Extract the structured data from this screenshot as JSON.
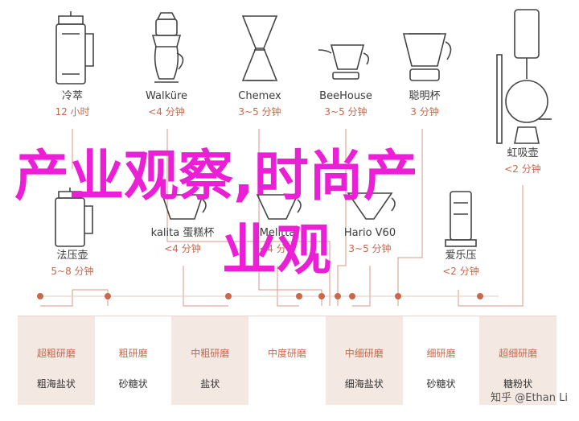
{
  "brewers_top": [
    {
      "name": "冷萃",
      "time": "12 小时"
    },
    {
      "name": "Walküre",
      "time": "<4 分钟"
    },
    {
      "name": "Chemex",
      "time": "3~5 分钟"
    },
    {
      "name": "BeeHouse",
      "time": "3~5 分钟"
    },
    {
      "name": "聪明杯",
      "time": "3 分钟"
    }
  ],
  "siphon": {
    "name": "虹吸壶",
    "time": "<2 分钟"
  },
  "brewers_bottom": [
    {
      "name": "法压壶",
      "time": "5~8 分钟"
    },
    {
      "name": "kalita 蛋糕杯",
      "time": "<4 分钟"
    },
    {
      "name": "Melitta",
      "time": "<4 分钟"
    },
    {
      "name": "Hario V60",
      "time": "3~5 分钟"
    },
    {
      "name": "爱乐压",
      "time": "<2 分钟"
    }
  ],
  "overlay": {
    "line1": "产业观察,时尚产",
    "line2": "业观"
  },
  "grind_levels": [
    {
      "level": "超粗研磨",
      "shape": "粗海盐状"
    },
    {
      "level": "粗研磨",
      "shape": "砂糖状"
    },
    {
      "level": "中粗研磨",
      "shape": "盐状"
    },
    {
      "level": "中度研磨",
      "shape": ""
    },
    {
      "level": "中细研磨",
      "shape": "细海盐状"
    },
    {
      "level": "细研磨",
      "shape": "砂糖状"
    },
    {
      "level": "超细研磨",
      "shape": "糖粉状"
    }
  ],
  "watermark": "知乎 @Ethan Li",
  "colors": {
    "accent": "#c8684c",
    "overlay": "#ea1fd6",
    "band": "#f4e8e2"
  }
}
